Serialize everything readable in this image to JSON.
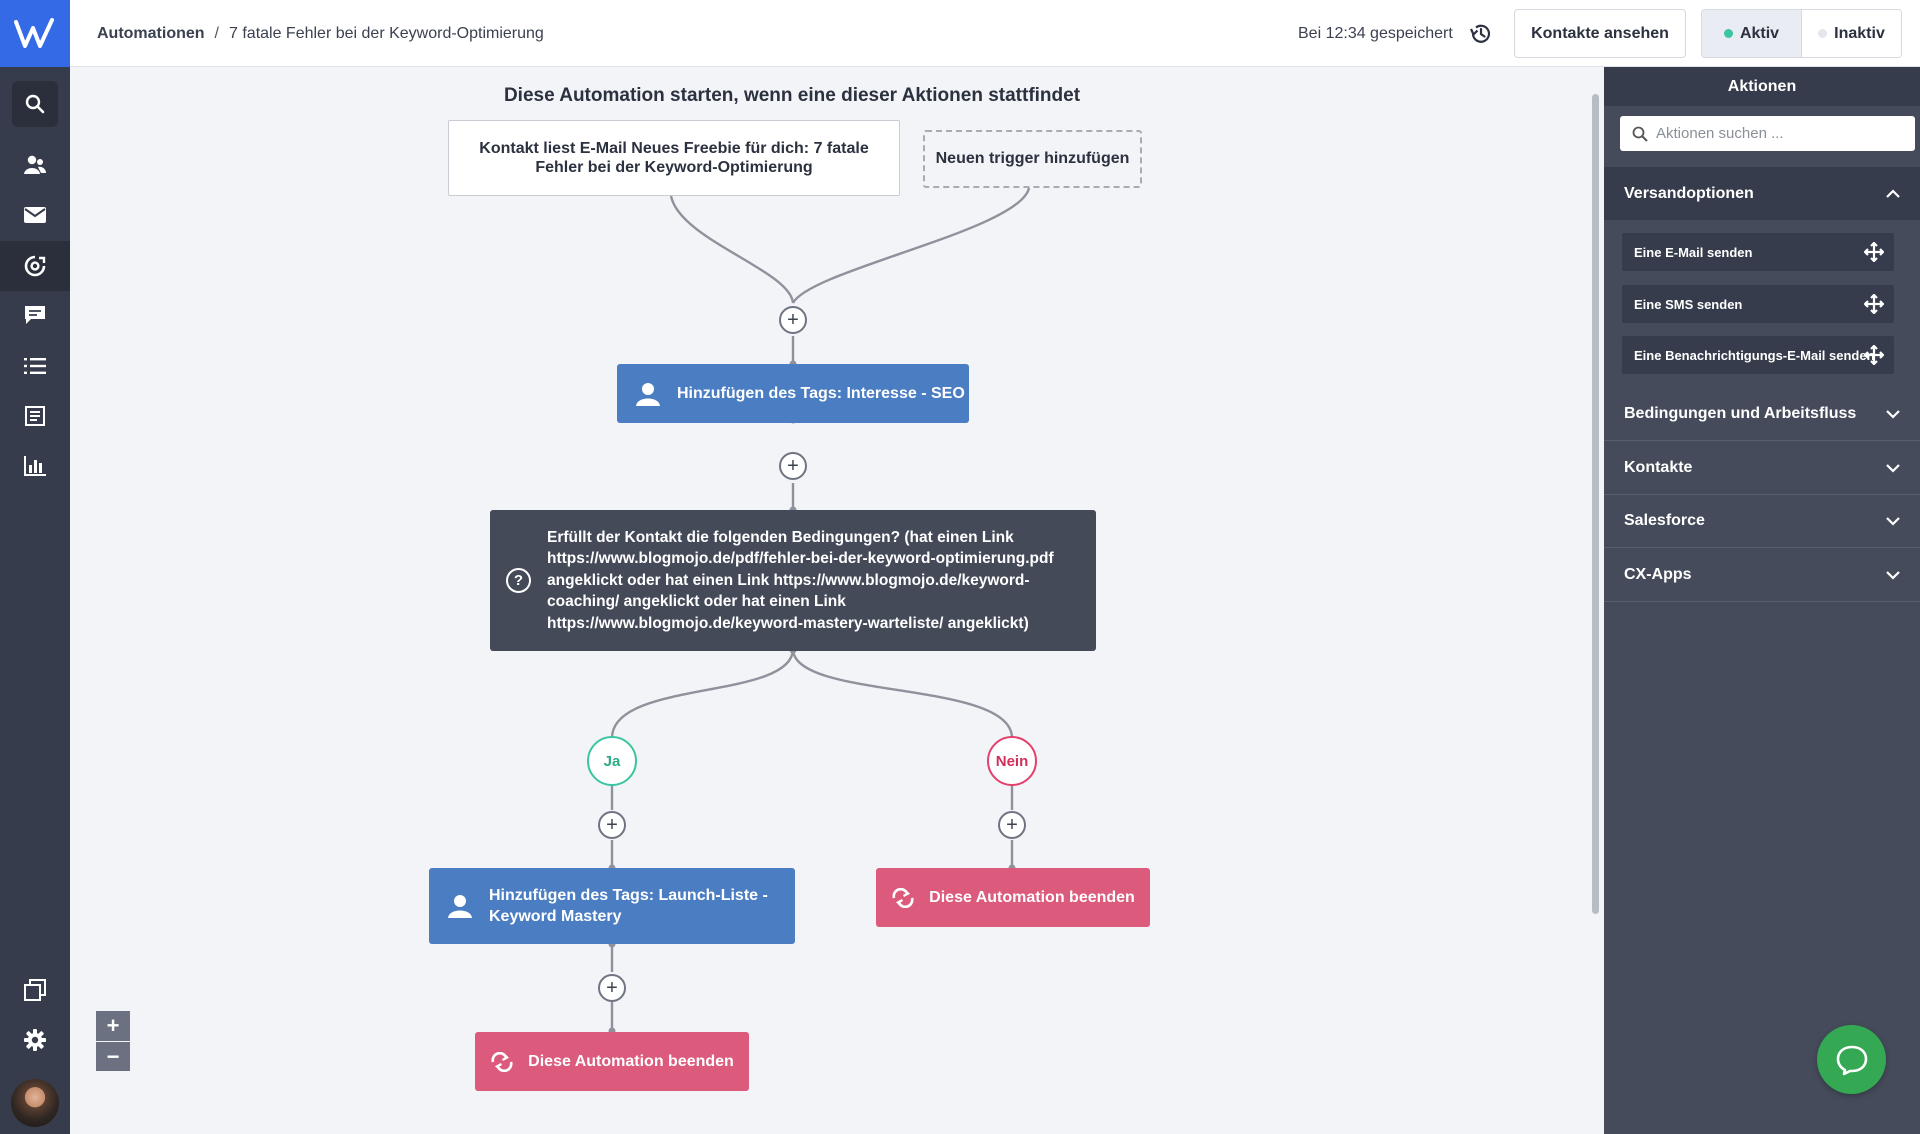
{
  "topbar": {
    "breadcrumb_root": "Automationen",
    "breadcrumb_separator": "/",
    "breadcrumb_current": "7 fatale Fehler bei der Keyword-Optimierung",
    "saved_status": "Bei 12:34 gespeichert",
    "history_icon": "history-icon",
    "contacts_button": "Kontakte ansehen",
    "status_active": "Aktiv",
    "status_inactive": "Inaktiv",
    "active_color": "#3cc5a2"
  },
  "leftnav": {
    "icons": [
      "search-icon",
      "contacts-icon",
      "mail-icon",
      "automation-icon",
      "conversations-icon",
      "lists-icon",
      "forms-icon",
      "reports-icon",
      "pages-icon",
      "settings-icon"
    ]
  },
  "canvas": {
    "title": "Diese Automation starten, wenn eine dieser Aktionen stattfindet",
    "trigger_1": "Kontakt liest E-Mail Neues Freebie für dich: 7 fatale Fehler bei der Keyword-Optimierung",
    "trigger_add": "Neuen trigger hinzufügen",
    "action_1": "Hinzufügen des Tags: Interesse - SEO",
    "condition": "Erfüllt der Kontakt die folgenden Bedingungen? (hat einen Link https://www.blogmojo.de/pdf/fehler-bei-der-keyword-optimierung.pdf angeklickt oder hat einen Link https://www.blogmojo.de/keyword-coaching/ angeklickt oder hat einen Link https://www.blogmojo.de/keyword-mastery-warteliste/ angeklickt)",
    "branch_yes": "Ja",
    "branch_no": "Nein",
    "action_2": "Hinzufügen des Tags: Launch-Liste - Keyword Mastery",
    "end_yes": "Diese Automation beenden",
    "end_no": "Diese Automation beenden",
    "plus_symbol": "+",
    "question_symbol": "?",
    "zoom_in": "+",
    "zoom_out": "−",
    "colors": {
      "action": "#4b7dc3",
      "condition": "#454a59",
      "end": "#dc5a7c",
      "yes": "#3cc5a2",
      "no": "#e2426c"
    }
  },
  "panel": {
    "title": "Aktionen",
    "search_placeholder": "Aktionen suchen ...",
    "sections": [
      {
        "label": "Versandoptionen",
        "expanded": true,
        "items": [
          "Eine E-Mail senden",
          "Eine SMS senden",
          "Eine Benachrichtigungs-E-Mail senden"
        ]
      },
      {
        "label": "Bedingungen und Arbeitsfluss",
        "expanded": false
      },
      {
        "label": "Kontakte",
        "expanded": false
      },
      {
        "label": "Salesforce",
        "expanded": false
      },
      {
        "label": "CX-Apps",
        "expanded": false
      }
    ]
  },
  "chat": {
    "icon": "chat-bubble-icon",
    "color": "#34a853"
  }
}
